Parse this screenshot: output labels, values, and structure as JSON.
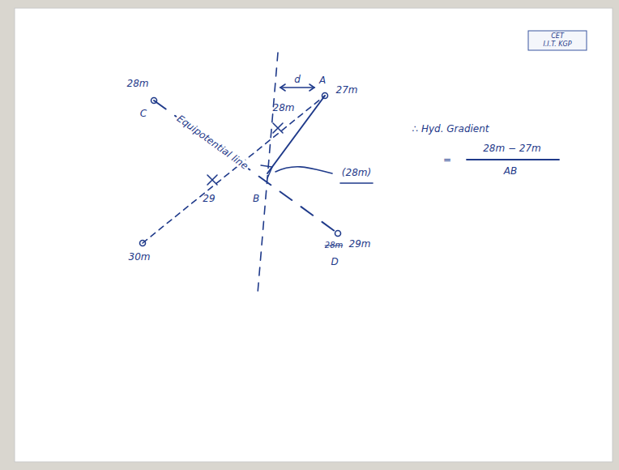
{
  "diagram": {
    "labels": [
      "CET",
      "I.I.T. KGP",
      "28m",
      "C",
      "27m",
      "A",
      "d",
      "28m",
      "Equipotential line",
      "29",
      "B",
      "(28m)",
      "30m",
      "28m",
      "29m",
      "D",
      "∴ Hyd. Gradient",
      "=",
      "28m − 27m",
      "AB"
    ]
  }
}
